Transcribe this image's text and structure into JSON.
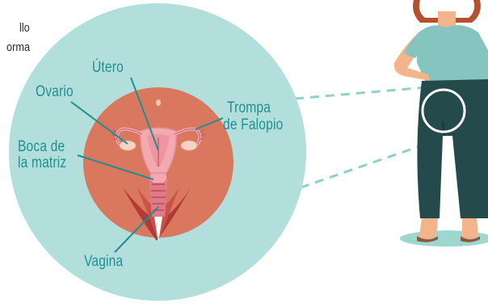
{
  "cropped_text": {
    "line1": "llo",
    "line2": "orma"
  },
  "labels": {
    "utero": "Útero",
    "ovario": "Ovario",
    "trompa_line1": "Trompa",
    "trompa_line2": "de Falopio",
    "boca_line1": "Boca de",
    "boca_line2": "la matriz",
    "vagina": "Vagina"
  },
  "colors": {
    "big_circle": "#b2dfdc",
    "inner_circle": "#d9775f",
    "label_teal": "#1f8f93",
    "pants": "#244a4c",
    "shirt": "#86c4bf",
    "skin": "#f3b48c",
    "uterus_pink": "#f2a9b0"
  }
}
